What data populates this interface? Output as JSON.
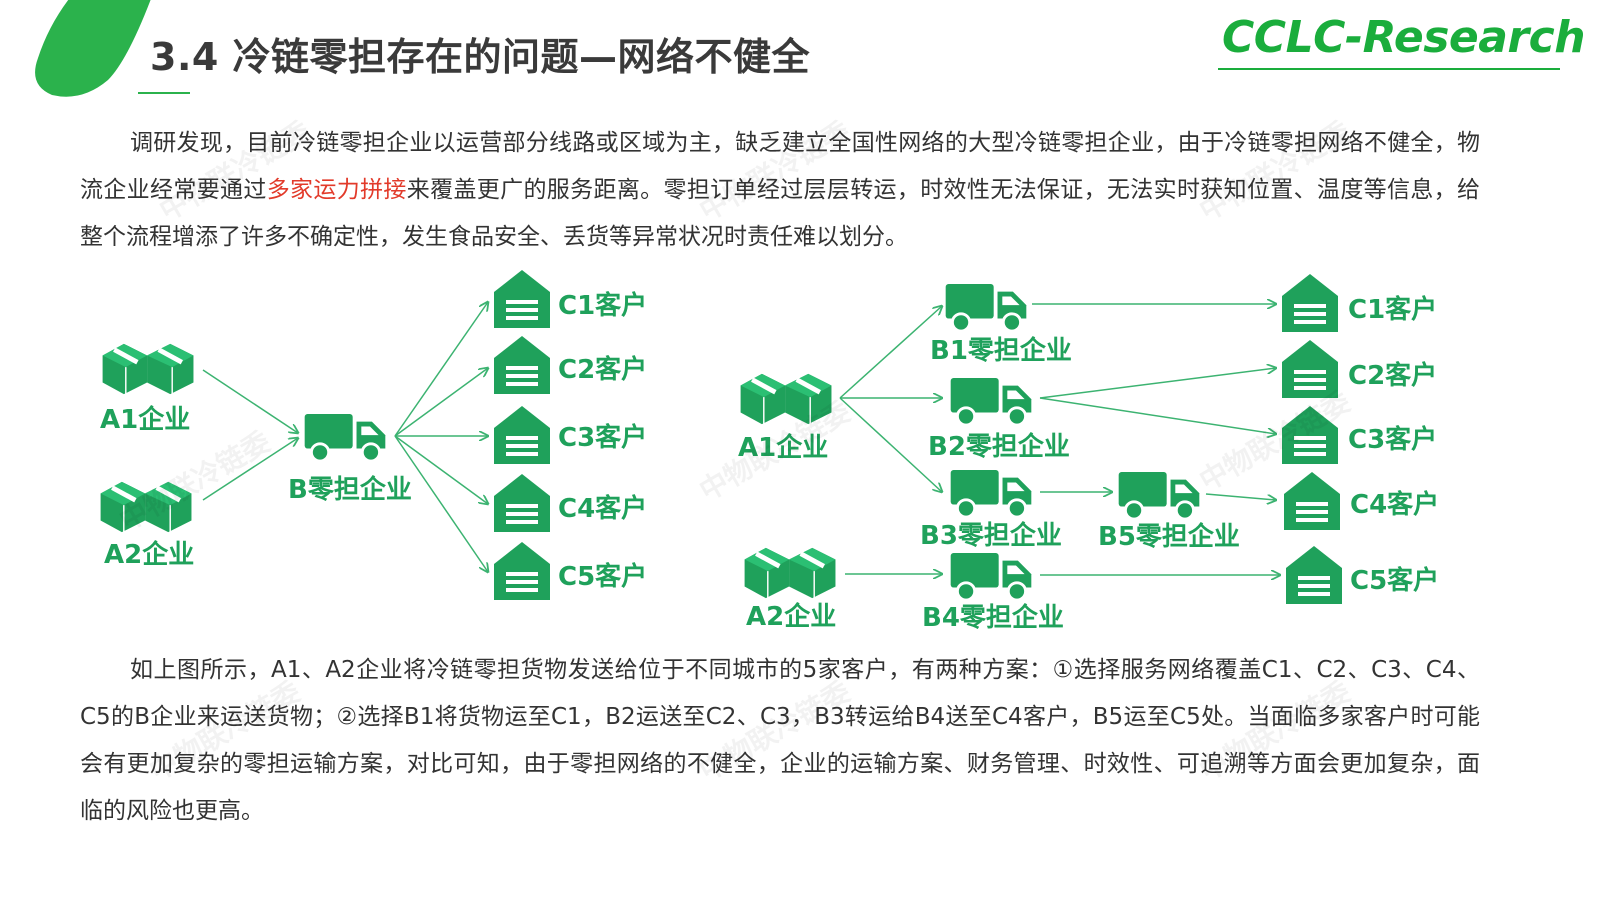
{
  "header": {
    "title": "3.4 冷链零担存在的问题—网络不健全",
    "brand": "CCLC-Research"
  },
  "intro": {
    "before": "调研发现，目前冷链零担企业以运营部分线路或区域为主，缺乏建立全国性网络的大型冷链零担企业，由于冷链零担网络不健全，物流企业经常要通过",
    "highlight": "多家运力拼接",
    "after": "来覆盖更广的服务距离。零担订单经过层层转运，时效性无法保证，无法实时获知位置、温度等信息，给整个流程增添了许多不确定性，发生食品安全、丢货等异常状况时责任难以划分。"
  },
  "diagram_left": {
    "shippers": [
      "A1企业",
      "A2企业"
    ],
    "carrier": "B零担企业",
    "customers": [
      "C1客户",
      "C2客户",
      "C3客户",
      "C4客户",
      "C5客户"
    ]
  },
  "diagram_right": {
    "shippers": [
      "A1企业",
      "A2企业"
    ],
    "carriers": [
      "B1零担企业",
      "B2零担企业",
      "B3零担企业",
      "B5零担企业",
      "B4零担企业"
    ],
    "customers": [
      "C1客户",
      "C2客户",
      "C3客户",
      "C4客户",
      "C5客户"
    ]
  },
  "conclusion": {
    "text": "如上图所示，A1、A2企业将冷链零担货物发送给位于不同城市的5家客户，有两种方案：①选择服务网络覆盖C1、C2、C3、C4、C5的B企业来运送货物；②选择B1将货物运至C1，B2运送至C2、C3，B3转运给B4送至C4客户，B5运至C5处。当面临多家客户时可能会有更加复杂的零担运输方案，对比可知，由于零担网络的不健全，企业的运输方案、财务管理、时效性、可追溯等方面会更加复杂，面临的风险也更高。"
  },
  "watermark": "中物联冷链委",
  "colors": {
    "accent": "#2bb24c",
    "brand": "#1aad3c",
    "node": "#1fa15b",
    "arrow": "#3cb371",
    "highlight": "#e23a2a"
  },
  "icons": {
    "shipper": "boxes-icon",
    "carrier": "truck-icon",
    "customer": "warehouse-icon"
  }
}
